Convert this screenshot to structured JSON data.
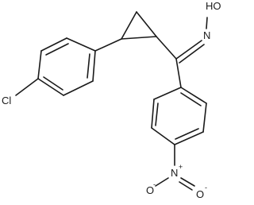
{
  "molecule": {
    "atoms": {
      "oxime_hydroxyl": "HO",
      "oxime_nitrogen": "N",
      "chlorine": "Cl",
      "nitro_nitrogen": "N",
      "nitro_nitrogen_charge": "+",
      "nitro_oxygen_left": "O",
      "nitro_oxygen_left_charge": "-",
      "nitro_oxygen_right": "O",
      "nitro_oxygen_right_charge": "-"
    }
  }
}
